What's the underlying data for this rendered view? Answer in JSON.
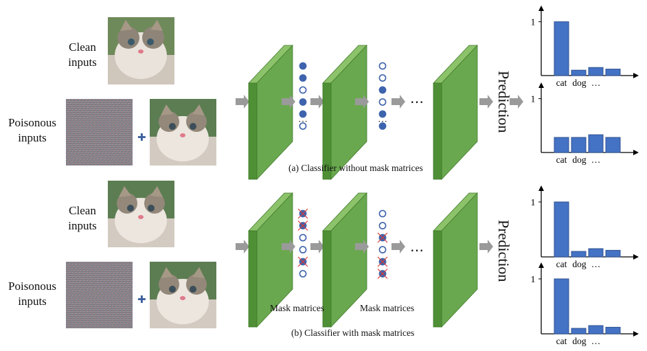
{
  "rows": [
    {
      "id": "a",
      "clean_label": "Clean\ninputs",
      "poison_label": "Poisonous\ninputs",
      "caption": "(a)  Classifier without mask matrices",
      "prediction_label": "Prediction",
      "ellipsis": "⋯",
      "vec_ellipsis": "…",
      "masks": [
        {
          "nodes": [
            "filled",
            "filled",
            "hollow",
            "filled",
            "filled",
            "hollow"
          ],
          "label": ""
        },
        {
          "nodes": [
            "hollow",
            "hollow",
            "filled",
            "hollow",
            "filled",
            "filled"
          ],
          "label": ""
        }
      ]
    },
    {
      "id": "b",
      "clean_label": "Clean\ninputs",
      "poison_label": "Poisonous\ninputs",
      "caption": "(b) Classifier with mask matrices",
      "prediction_label": "Prediction",
      "ellipsis": "⋯",
      "vec_ellipsis": "",
      "masks": [
        {
          "nodes": [
            "masked",
            "masked",
            "hollow",
            "hollow",
            "masked",
            "hollow"
          ],
          "label": "Mask matrices"
        },
        {
          "nodes": [
            "hollow",
            "hollow",
            "masked",
            "hollow",
            "masked",
            "masked"
          ],
          "label": "Mask matrices"
        }
      ]
    }
  ],
  "chart_data": [
    {
      "type": "bar",
      "categories": [
        "cat",
        "dog",
        "…",
        ""
      ],
      "values": [
        1.0,
        0.1,
        0.15,
        0.12
      ],
      "ytick": "1",
      "ylim": [
        0,
        1.2
      ]
    },
    {
      "type": "bar",
      "categories": [
        "cat",
        "dog",
        "…",
        ""
      ],
      "values": [
        0.28,
        0.28,
        0.33,
        0.28
      ],
      "ytick": "1",
      "ylim": [
        0,
        1.2
      ]
    },
    {
      "type": "bar",
      "categories": [
        "cat",
        "dog",
        "…",
        ""
      ],
      "values": [
        1.0,
        0.1,
        0.15,
        0.12
      ],
      "ytick": "1",
      "ylim": [
        0,
        1.2
      ]
    },
    {
      "type": "bar",
      "categories": [
        "cat",
        "dog",
        "…",
        ""
      ],
      "values": [
        1.0,
        0.1,
        0.15,
        0.12
      ],
      "ytick": "1",
      "ylim": [
        0,
        1.2
      ]
    }
  ],
  "colors": {
    "layer_front": "#6aa84f",
    "layer_side": "#4f8f36",
    "layer_top": "#8cc26a",
    "node": "#3e64ad",
    "bar": "#4472c4",
    "arrow": "#9a9a9a",
    "cross": "#d93a3a"
  },
  "icons": {
    "plus": "✚"
  }
}
